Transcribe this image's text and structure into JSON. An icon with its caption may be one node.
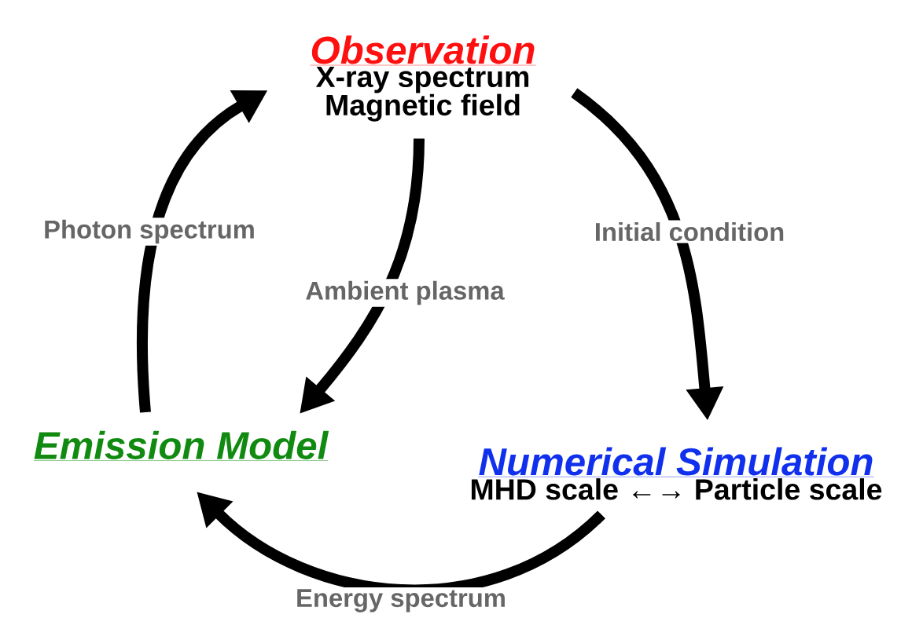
{
  "diagram": {
    "nodes": [
      {
        "text": [
          "Observation",
          "X-ray spectrum",
          "Magnetic field"
        ]
      },
      {
        "text": [
          "Numerical Simulation",
          "MHD scale ←→ Particle scale"
        ]
      },
      {
        "text": [
          "Emission Model"
        ]
      }
    ],
    "edges": [
      {
        "from": 0,
        "to": 1,
        "arrow": "to",
        "label": "Initial condition"
      },
      {
        "from": 0,
        "to": 2,
        "arrow": "to",
        "label": "Ambient plasma"
      },
      {
        "from": 1,
        "to": 2,
        "arrow": "to",
        "label": "Energy spectrum"
      },
      {
        "from": 2,
        "to": 0,
        "arrow": "to",
        "label": "Photon spectrum"
      }
    ]
  }
}
